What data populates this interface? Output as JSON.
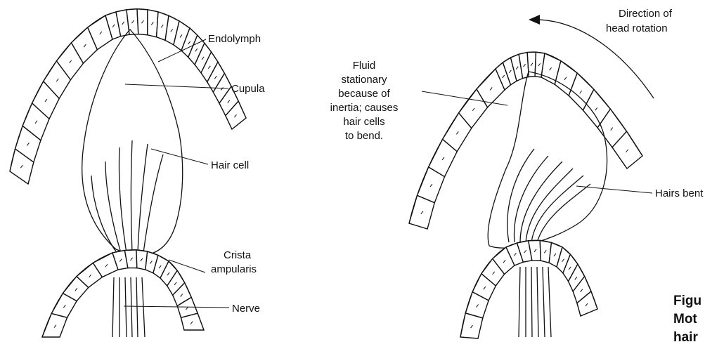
{
  "left_panel": {
    "endolymph": "Endolymph",
    "cupula": "Cupula",
    "hair_cell": "Hair cell",
    "crista_line1": "Crista",
    "crista_line2": "ampularis",
    "nerve": "Nerve"
  },
  "right_panel": {
    "direction_line1": "Direction of",
    "direction_line2": "head rotation",
    "fluid_lines": [
      "Fluid",
      "stationary",
      "because of",
      "inertia; causes",
      "hair cells",
      "to bend."
    ],
    "hairs_bent": "Hairs bent"
  },
  "caption": {
    "line1": "Figu",
    "line2": "Mot",
    "line3": "hair"
  }
}
